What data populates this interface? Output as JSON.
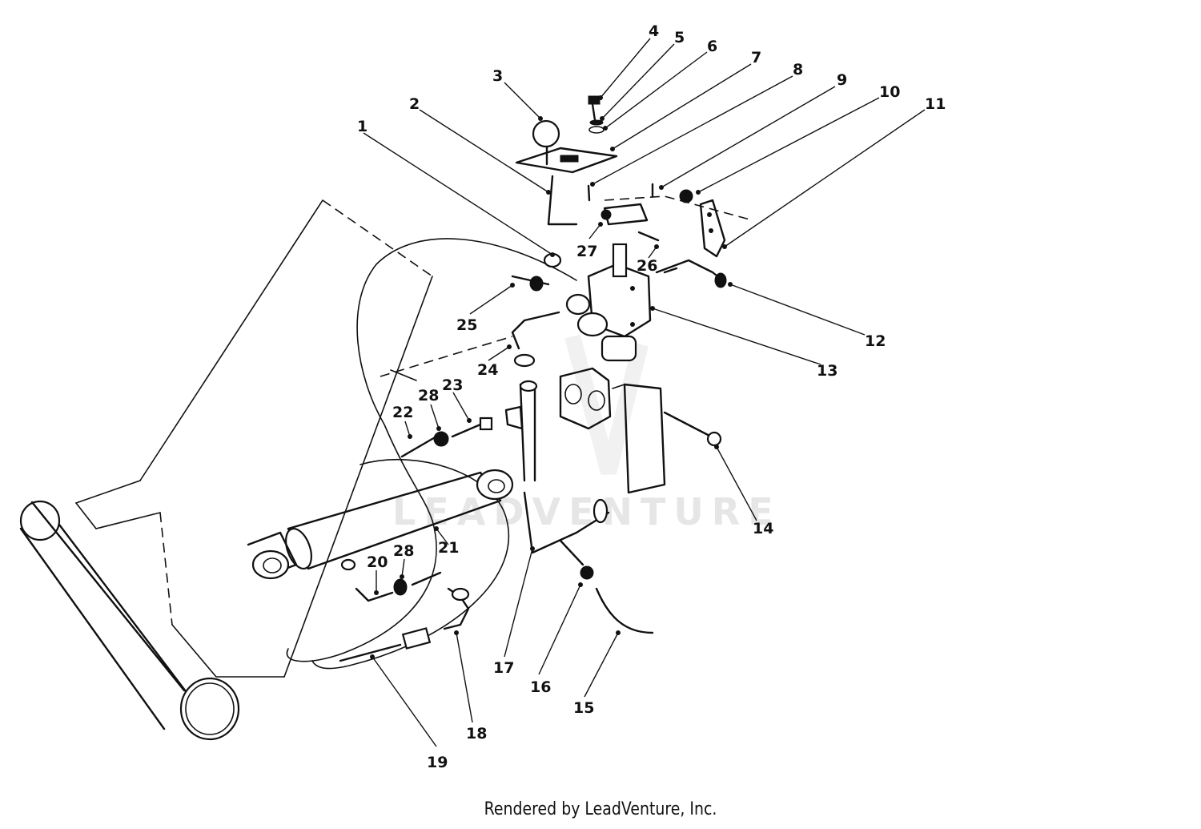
{
  "watermark": "LEADVENTURE",
  "footer": "Rendered by LeadVenture, Inc.",
  "callouts": [
    {
      "label": "1"
    },
    {
      "label": "2"
    },
    {
      "label": "3"
    },
    {
      "label": "4"
    },
    {
      "label": "5"
    },
    {
      "label": "6"
    },
    {
      "label": "7"
    },
    {
      "label": "8"
    },
    {
      "label": "9"
    },
    {
      "label": "10"
    },
    {
      "label": "11"
    },
    {
      "label": "12"
    },
    {
      "label": "13"
    },
    {
      "label": "14"
    },
    {
      "label": "15"
    },
    {
      "label": "16"
    },
    {
      "label": "17"
    },
    {
      "label": "18"
    },
    {
      "label": "19"
    },
    {
      "label": "20"
    },
    {
      "label": "21"
    },
    {
      "label": "22"
    },
    {
      "label": "23"
    },
    {
      "label": "24"
    },
    {
      "label": "25"
    },
    {
      "label": "26"
    },
    {
      "label": "27"
    },
    {
      "label": "28"
    },
    {
      "label": "28"
    }
  ]
}
